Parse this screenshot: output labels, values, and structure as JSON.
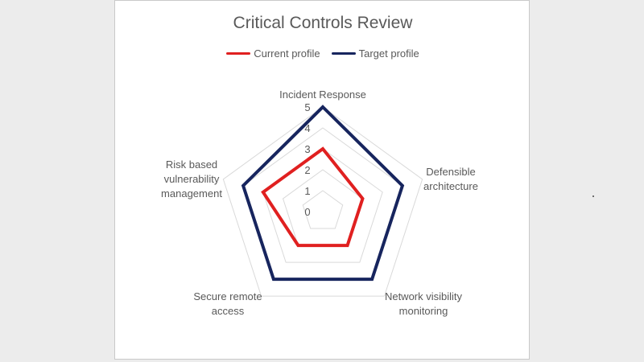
{
  "chart_data": {
    "type": "radar",
    "title": "Critical Controls Review",
    "categories": [
      [
        "Incident Response"
      ],
      [
        "Defensible",
        "architecture"
      ],
      [
        "Network visibility",
        "monitoring"
      ],
      [
        "Secure remote",
        "access"
      ],
      [
        "Risk based",
        "vulnerability",
        "management"
      ]
    ],
    "r_ticks": [
      "0",
      "1",
      "2",
      "3",
      "4",
      "5"
    ],
    "rlim": [
      0,
      5
    ],
    "grid": true,
    "legend_position": "top",
    "series": [
      {
        "name": "Current profile",
        "values": [
          3,
          2,
          2,
          2,
          3
        ],
        "color": "#e02020"
      },
      {
        "name": "Target profile",
        "values": [
          5,
          4,
          4,
          4,
          4
        ],
        "color": "#17255e"
      }
    ]
  }
}
